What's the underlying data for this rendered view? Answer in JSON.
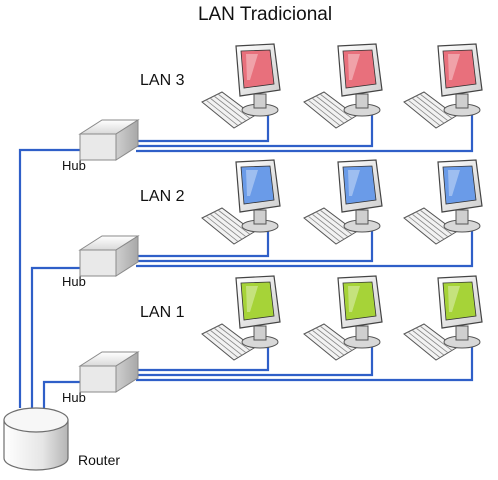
{
  "title": "LAN Tradicional",
  "router_label": "Router",
  "colors": {
    "cable": "#2f5fc8",
    "lan3_screen": "#e8707c",
    "lan2_screen": "#6a9be8",
    "lan1_screen": "#a6d338"
  },
  "lans": [
    {
      "label": "LAN 3",
      "hub_label": "Hub",
      "screen_color": "#e8707c",
      "computers": 3
    },
    {
      "label": "LAN 2",
      "hub_label": "Hub",
      "screen_color": "#6a9be8",
      "computers": 3
    },
    {
      "label": "LAN 1",
      "hub_label": "Hub",
      "screen_color": "#a6d338",
      "computers": 3
    }
  ]
}
